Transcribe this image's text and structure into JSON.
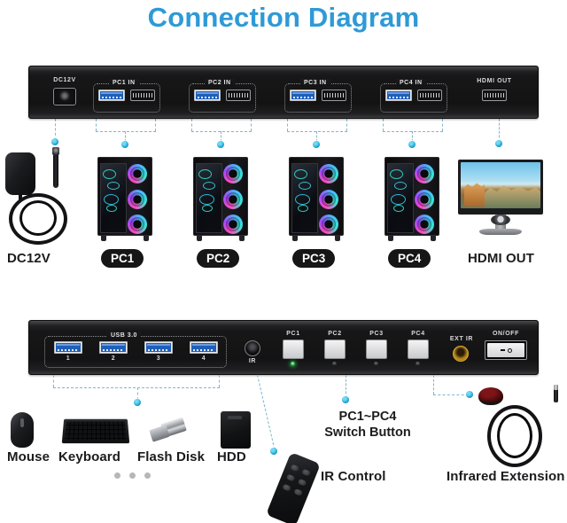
{
  "title": "Connection Diagram",
  "accent_color": "#2e9ad6",
  "dot_color": "#1e9fd0",
  "top_panel": {
    "name": "KVM switch rear panel",
    "dc_label": "DC12V",
    "groups": [
      {
        "label": "PC1 IN",
        "ports": [
          "usb-3.0-port",
          "hdmi-port"
        ]
      },
      {
        "label": "PC2 IN",
        "ports": [
          "usb-3.0-port",
          "hdmi-port"
        ]
      },
      {
        "label": "PC3 IN",
        "ports": [
          "usb-3.0-port",
          "hdmi-port"
        ]
      },
      {
        "label": "PC4 IN",
        "ports": [
          "usb-3.0-port",
          "hdmi-port"
        ]
      }
    ],
    "hdmi_out_label": "HDMI OUT"
  },
  "top_captions": {
    "power": "DC12V",
    "pcs": [
      "PC1",
      "PC2",
      "PC3",
      "PC4"
    ],
    "display": "HDMI OUT"
  },
  "bottom_panel": {
    "name": "KVM switch front panel",
    "usb_group_label": "USB 3.0",
    "usb_port_numbers": [
      "1",
      "2",
      "3",
      "4"
    ],
    "ir_label": "IR",
    "switch_buttons": [
      {
        "label": "PC1",
        "led": "on"
      },
      {
        "label": "PC2",
        "led": "off"
      },
      {
        "label": "PC3",
        "led": "off"
      },
      {
        "label": "PC4",
        "led": "off"
      }
    ],
    "ext_ir_label": "EXT IR",
    "power_switch_label": "ON/OFF"
  },
  "bottom_captions": {
    "mouse": "Mouse",
    "keyboard": "Keyboard",
    "flash_disk": "Flash Disk",
    "hdd": "HDD",
    "switch_button_line1": "PC1~PC4",
    "switch_button_line2": "Switch Button",
    "ir_control": "IR Control",
    "infrared_extension": "Infrared Extension"
  }
}
